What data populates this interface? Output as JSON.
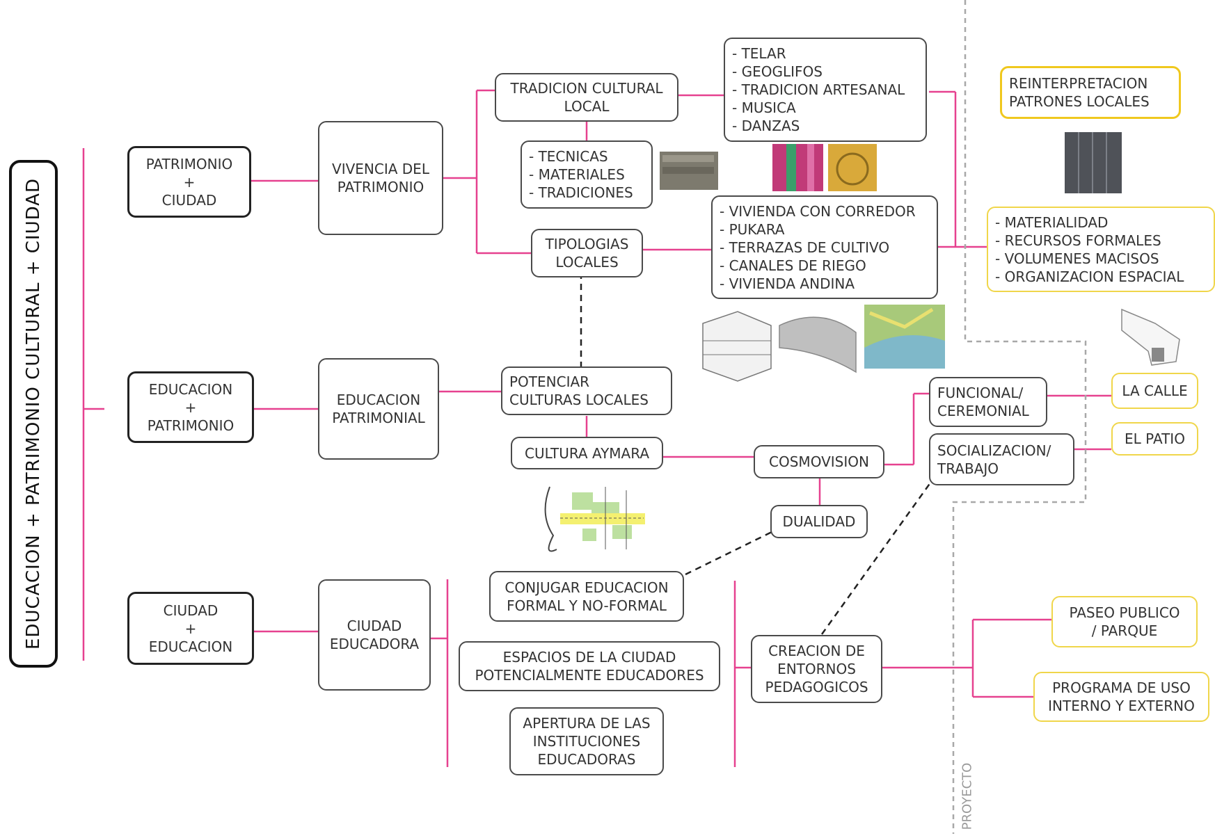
{
  "title": "EDUCACION + PATRIMONIO CULTURAL + CIUDAD",
  "proyecto_label": "PROYECTO",
  "nodes": {
    "patrimonio_ciudad": "PATRIMONIO\n+\nCIUDAD",
    "educacion_patrimonio": "EDUCACION\n+\nPATRIMONIO",
    "ciudad_educacion": "CIUDAD\n+\nEDUCACION",
    "vivencia": "VIVENCIA DEL\nPATRIMONIO",
    "educacion_patrimonial": "EDUCACION\nPATRIMONIAL",
    "ciudad_educadora": "CIUDAD\nEDUCADORA",
    "tradicion": "TRADICION CULTURAL\nLOCAL",
    "tecnicas": "- TECNICAS\n- MATERIALES\n- TRADICIONES",
    "tipologias": "TIPOLOGIAS\nLOCALES",
    "telar_list": "- TELAR\n- GEOGLIFOS\n- TRADICION ARTESANAL\n- MUSICA\n- DANZAS",
    "vivienda_list": "- VIVIENDA CON CORREDOR\n- PUKARA\n- TERRAZAS DE CULTIVO\n- CANALES DE RIEGO\n- VIVIENDA ANDINA",
    "potenciar": "POTENCIAR\nCULTURAS LOCALES",
    "cultura_aymara": "CULTURA AYMARA",
    "cosmovision": "COSMOVISION",
    "dualidad": "DUALIDAD",
    "funcional": "FUNCIONAL/\nCEREMONIAL",
    "socializacion": "SOCIALIZACION/\nTRABAJO",
    "conjugar": "CONJUGAR EDUCACION\nFORMAL Y NO-FORMAL",
    "espacios": "ESPACIOS DE LA CIUDAD\nPOTENCIALMENTE EDUCADORES",
    "apertura": "APERTURA DE LAS\nINSTITUCIONES\nEDUCADORAS",
    "creacion": "CREACION DE\nENTORNOS\nPEDAGOGICOS",
    "reinterpretacion": "REINTERPRETACION\nPATRONES LOCALES",
    "materialidad": "- MATERIALIDAD\n- RECURSOS FORMALES\n- VOLUMENES MACISOS\n- ORGANIZACION ESPACIAL",
    "la_calle": "LA CALLE",
    "el_patio": "EL PATIO",
    "paseo": "PASEO PUBLICO\n/ PARQUE",
    "programa": "PROGRAMA DE USO\nINTERNO Y EXTERNO"
  },
  "colors": {
    "connector": "#e6418f",
    "dashed": "#222222",
    "proyecto_border": "#a8a8a8",
    "yellow_border": "#f0d64a"
  }
}
